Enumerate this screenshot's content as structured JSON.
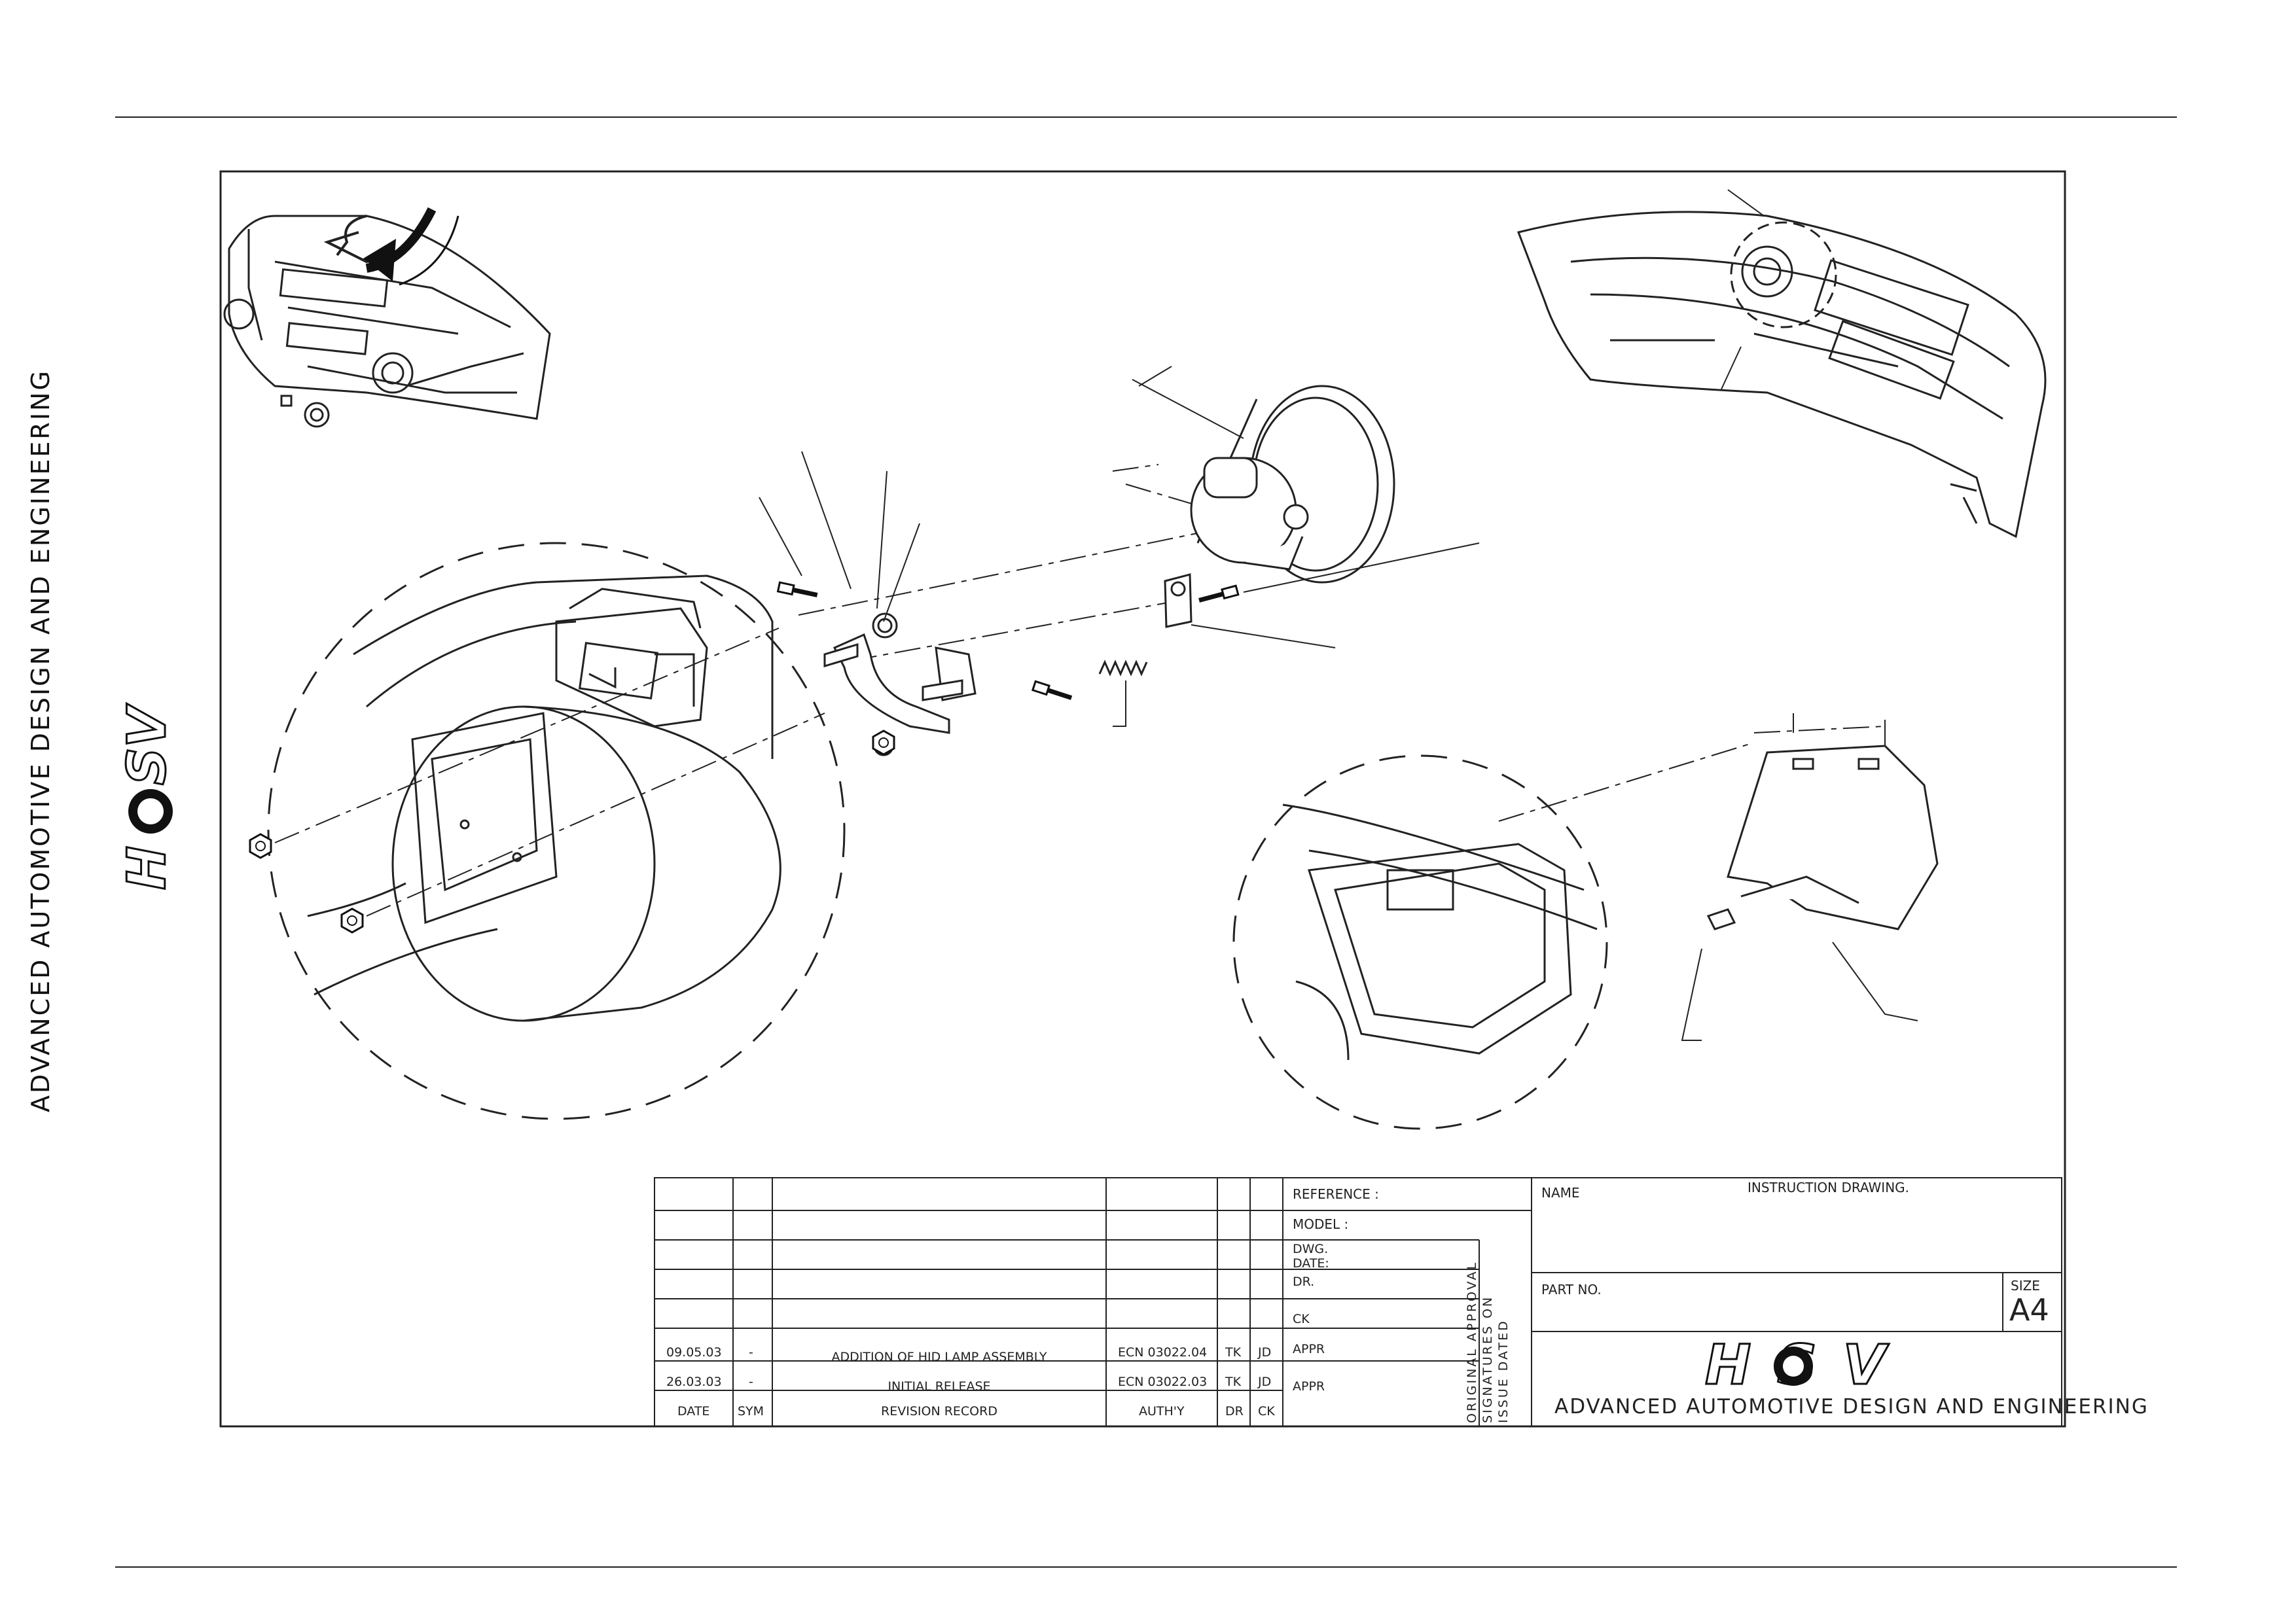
{
  "side_brand": "ADVANCED AUTOMOTIVE DESIGN AND ENGINEERING",
  "title_block": {
    "reference_label": "REFERENCE :",
    "model_label": "MODEL :",
    "dwg_date_label_1": "DWG.",
    "dwg_date_label_2": "DATE:",
    "dr_label": "DR.",
    "ck_label": "CK",
    "appr_label_1": "APPR",
    "appr_label_2": "APPR",
    "approval_note_1": "ORIGINAL APPROVAL",
    "approval_note_2": "SIGNATURES ON",
    "approval_note_3": "ISSUE DATED",
    "name_label": "NAME",
    "name_value": "INSTRUCTION DRAWING.",
    "part_no_label": "PART NO.",
    "size_label": "SIZE",
    "size_value": "A4",
    "logo_text": "HSV",
    "company": "ADVANCED AUTOMOTIVE DESIGN AND ENGINEERING"
  },
  "revisions": {
    "headers": {
      "date": "DATE",
      "sym": "SYM",
      "record": "REVISION RECORD",
      "auth": "AUTH'Y",
      "dr": "DR",
      "ck": "CK"
    },
    "rows": [
      {
        "date": "09.05.03",
        "sym": "-",
        "record": "ADDITION OF HID LAMP ASSEMBLY",
        "auth": "ECN 03022.04",
        "dr": "TK",
        "ck": "JD"
      },
      {
        "date": "26.03.03",
        "sym": "-",
        "record": "INITIAL RELEASE",
        "auth": "ECN 03022.03",
        "dr": "TK",
        "ck": "JD"
      }
    ]
  }
}
